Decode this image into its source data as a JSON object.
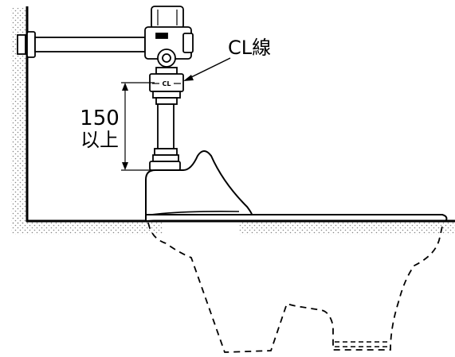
{
  "diagram": {
    "callout_label": "CL線",
    "valve_tag": "CL",
    "dimension": {
      "value": "150",
      "qualifier": "以上"
    }
  },
  "colors": {
    "line": "#000000",
    "background": "#ffffff",
    "hatch": "#888888"
  }
}
